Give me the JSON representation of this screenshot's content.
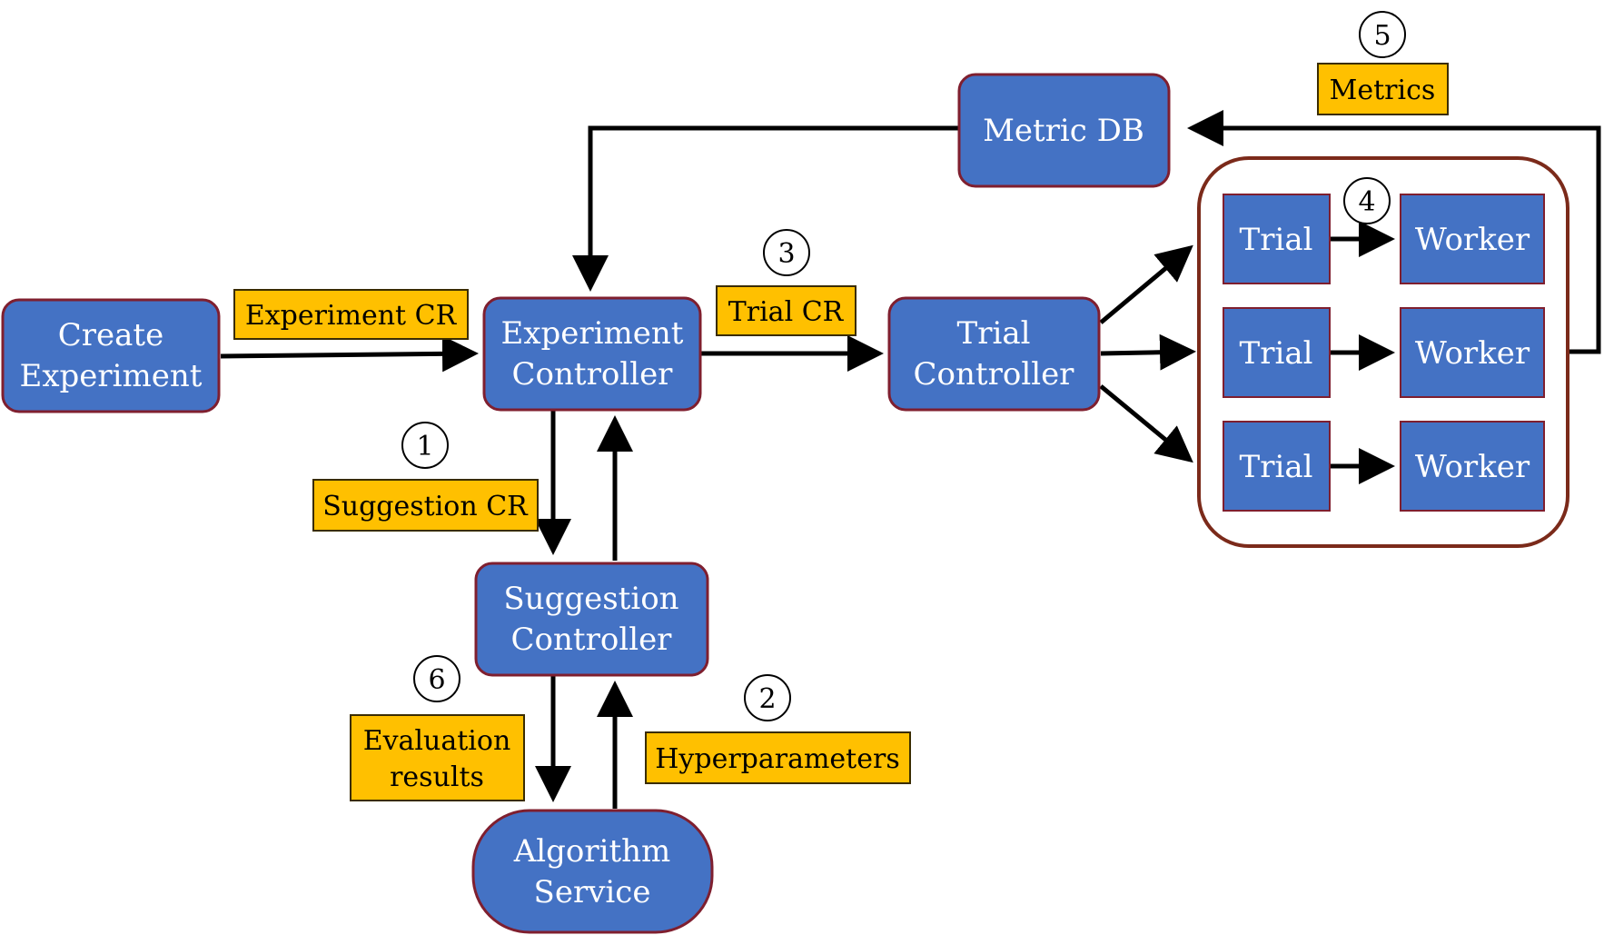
{
  "colors": {
    "node_fill": "#4472c4",
    "node_border": "#7f1f2f",
    "label_fill": "#ffc000",
    "group_border": "#7b2a1a",
    "arrow": "#000000"
  },
  "nodes": {
    "create_experiment": [
      "Create",
      "Experiment"
    ],
    "experiment_controller": [
      "Experiment",
      "Controller"
    ],
    "trial_controller": [
      "Trial",
      "Controller"
    ],
    "metric_db": "Metric DB",
    "suggestion_controller": [
      "Suggestion",
      "Controller"
    ],
    "algorithm_service": [
      "Algorithm",
      "Service"
    ],
    "trials": [
      "Trial",
      "Trial",
      "Trial"
    ],
    "workers": [
      "Worker",
      "Worker",
      "Worker"
    ]
  },
  "labels": {
    "experiment_cr": "Experiment CR",
    "trial_cr": "Trial CR",
    "suggestion_cr": "Suggestion CR",
    "metrics": "Metrics",
    "evaluation_results": [
      "Evaluation",
      "results"
    ],
    "hyperparameters": "Hyperparameters"
  },
  "steps": {
    "s1": "1",
    "s2": "2",
    "s3": "3",
    "s4": "4",
    "s5": "5",
    "s6": "6"
  }
}
